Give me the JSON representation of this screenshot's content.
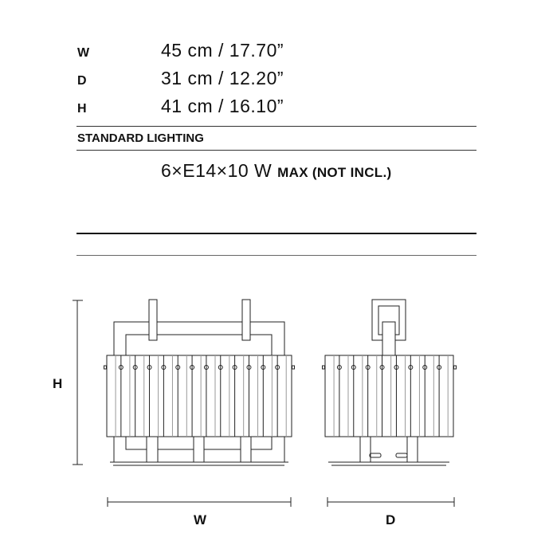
{
  "dimensions": [
    {
      "label": "W",
      "value": "45 cm / 17.70”"
    },
    {
      "label": "D",
      "value": "31 cm / 12.20”"
    },
    {
      "label": "H",
      "value": "41 cm / 16.10”"
    }
  ],
  "lighting": {
    "heading": "STANDARD LIGHTING",
    "value": "6×E14×10 W",
    "suffix": "MAX (NOT INCL.)"
  },
  "drawing": {
    "height_label": "H",
    "width_label": "W",
    "depth_label": "D"
  }
}
